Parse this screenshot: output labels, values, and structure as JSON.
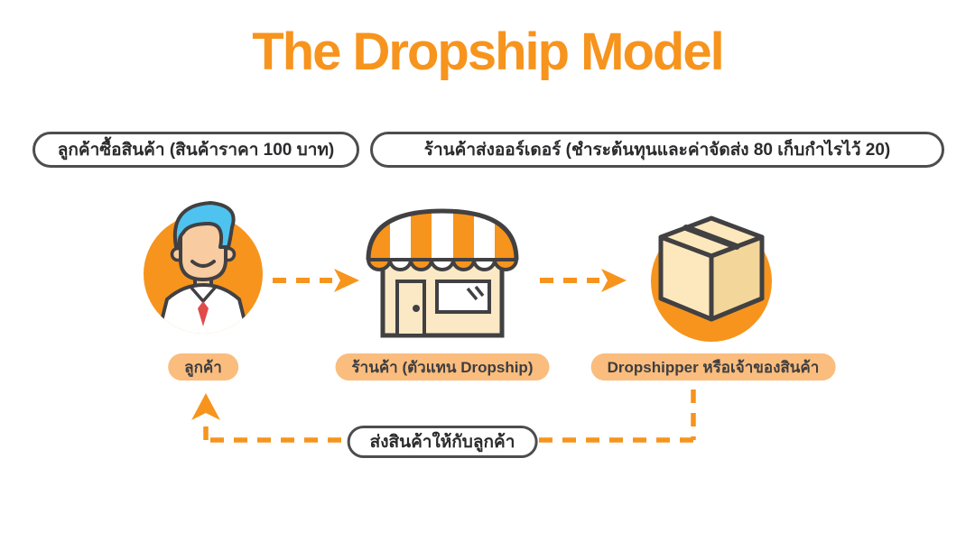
{
  "title": "The Dropship Model",
  "colors": {
    "accent_orange": "#F7941D",
    "pill_background": "#FABD7E",
    "outline_dark": "#414042",
    "cream": "#FBE9C6",
    "hair_blue": "#4EC3F0"
  },
  "callouts": {
    "left": "ลูกค้าซื้อสินค้า (สินค้าราคา 100 บาท)",
    "right": "ร้านค้าส่งออร์เดอร์ (ชำระต้นทุนและค่าจัดส่ง 80 เก็บกำไรไว้ 20)"
  },
  "nodes": [
    {
      "id": "customer",
      "label": "ลูกค้า",
      "icon": "customer-icon"
    },
    {
      "id": "store",
      "label": "ร้านค้า (ตัวแทน Dropship)",
      "icon": "storefront-icon"
    },
    {
      "id": "dropshipper",
      "label": "Dropshipper หรือเจ้าของสินค้า",
      "icon": "package-box-icon"
    }
  ],
  "return_flow": {
    "label": "ส่งสินค้าให้กับลูกค้า"
  }
}
